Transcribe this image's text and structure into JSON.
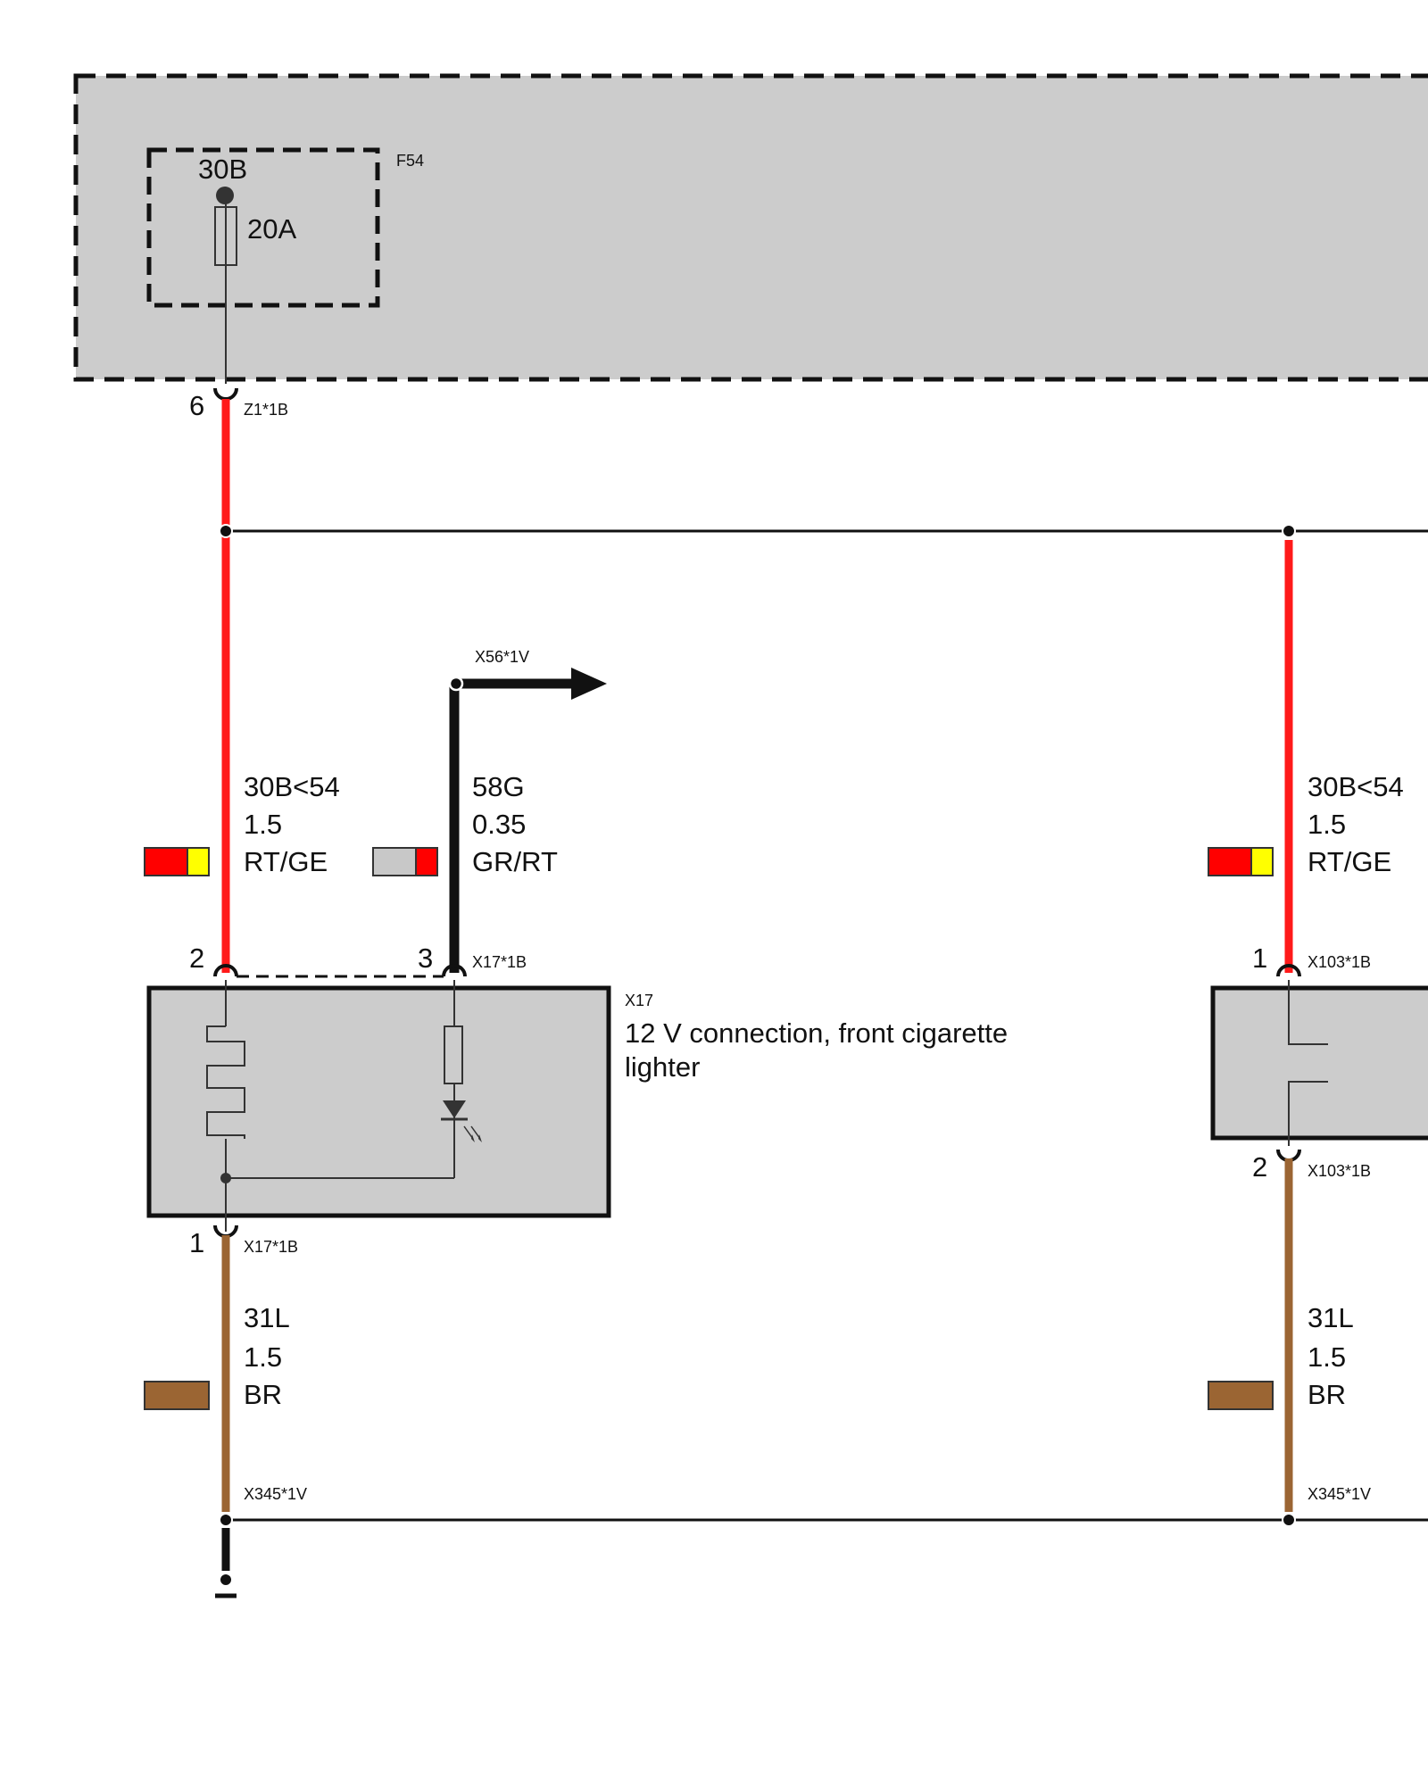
{
  "fuse_box": {
    "id": "F54",
    "terminal": "30B",
    "rating": "20A"
  },
  "connectors": {
    "z1_pin": "6",
    "z1_id": "Z1*1B",
    "x56_id": "X56*1V",
    "x17_pin2": "2",
    "x17_pin3": "3",
    "x17_top_id": "X17*1B",
    "x17_pin1": "1",
    "x17_bottom_id": "X17*1B",
    "x103_pin1": "1",
    "x103_top_id": "X103*1B",
    "x103_pin2": "2",
    "x103_bottom_id": "X103*1B",
    "x345_left_id": "X345*1V",
    "x345_right_id": "X345*1V"
  },
  "wires": {
    "left_supply": {
      "signal": "30B<54",
      "size": "1.5",
      "color_code": "RT/GE",
      "colors": [
        "#ff0000",
        "#ffff00"
      ]
    },
    "light": {
      "signal": "58G",
      "size": "0.35",
      "color_code": "GR/RT",
      "colors": [
        "#c8c8c8",
        "#ff0000"
      ]
    },
    "right_supply": {
      "signal": "30B<54",
      "size": "1.5",
      "color_code": "RT/GE",
      "colors": [
        "#ff0000",
        "#ffff00"
      ]
    },
    "left_ground": {
      "signal": "31L",
      "size": "1.5",
      "color_code": "BR",
      "colors": [
        "#9b6533"
      ]
    },
    "right_ground": {
      "signal": "31L",
      "size": "1.5",
      "color_code": "BR",
      "colors": [
        "#9b6533"
      ]
    }
  },
  "component": {
    "id": "X17",
    "name_line1": "12 V connection, front cigarette",
    "name_line2": "lighter"
  },
  "colors": {
    "red_wire": "#ff1a1a",
    "brown_wire": "#9b6533",
    "component_fill": "#cccccc",
    "line": "#111111"
  },
  "icons": [
    "fuse-icon",
    "heating-element-icon",
    "resistor-icon",
    "led-icon",
    "arrow-right-icon",
    "ground-icon"
  ]
}
